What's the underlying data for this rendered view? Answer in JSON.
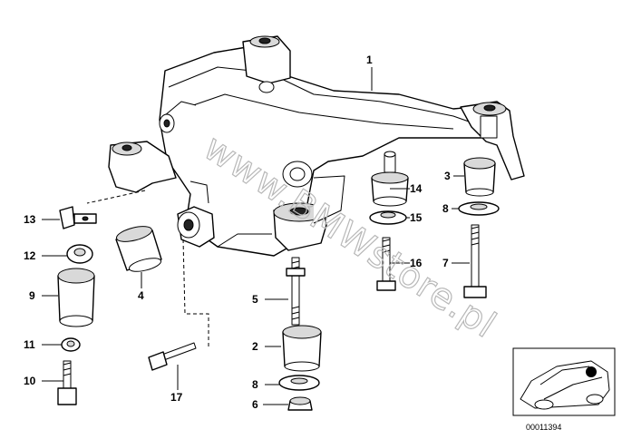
{
  "diagram": {
    "watermark": "www.BMWstore.pl",
    "diagram_id": "00011394",
    "callouts": [
      {
        "id": "1",
        "label": "1",
        "part": "subframe"
      },
      {
        "id": "2",
        "label": "2",
        "part": "rubber-mount"
      },
      {
        "id": "3",
        "label": "3",
        "part": "rubber-mount-upper"
      },
      {
        "id": "4",
        "label": "4",
        "part": "rubber-bushing"
      },
      {
        "id": "5",
        "label": "5",
        "part": "stud-bolt"
      },
      {
        "id": "6",
        "label": "6",
        "part": "self-locking-nut"
      },
      {
        "id": "7",
        "label": "7",
        "part": "long-bolt"
      },
      {
        "id": "8a",
        "label": "8",
        "part": "washer-upper"
      },
      {
        "id": "8b",
        "label": "8",
        "part": "washer-lower"
      },
      {
        "id": "9",
        "label": "9",
        "part": "rubber-mount-cylinder"
      },
      {
        "id": "10",
        "label": "10",
        "part": "hex-bolt"
      },
      {
        "id": "11",
        "label": "11",
        "part": "washer-small"
      },
      {
        "id": "12",
        "label": "12",
        "part": "spacer-ring"
      },
      {
        "id": "13",
        "label": "13",
        "part": "clip-nut"
      },
      {
        "id": "14",
        "label": "14",
        "part": "rubber-buffer"
      },
      {
        "id": "15",
        "label": "15",
        "part": "flat-washer"
      },
      {
        "id": "16",
        "label": "16",
        "part": "bolt"
      },
      {
        "id": "17",
        "label": "17",
        "part": "hex-bolt-long"
      }
    ]
  }
}
